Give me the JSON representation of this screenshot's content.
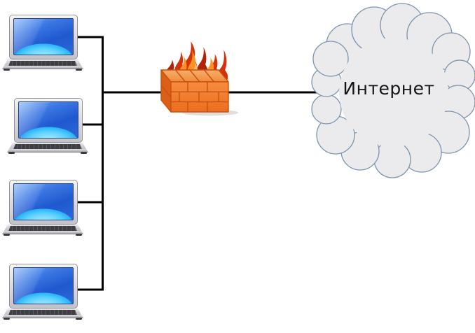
{
  "diagram": {
    "internet_label": "Интернет",
    "nodes": [
      {
        "id": "laptop-1",
        "type": "laptop"
      },
      {
        "id": "laptop-2",
        "type": "laptop"
      },
      {
        "id": "laptop-3",
        "type": "laptop"
      },
      {
        "id": "laptop-4",
        "type": "laptop"
      },
      {
        "id": "firewall",
        "type": "firewall"
      },
      {
        "id": "internet",
        "type": "cloud",
        "label": "Интернет"
      }
    ],
    "edges": [
      {
        "from": "laptop-1",
        "to": "lan-bus"
      },
      {
        "from": "laptop-2",
        "to": "lan-bus"
      },
      {
        "from": "laptop-3",
        "to": "lan-bus"
      },
      {
        "from": "laptop-4",
        "to": "lan-bus"
      },
      {
        "from": "lan-bus",
        "to": "firewall"
      },
      {
        "from": "firewall",
        "to": "internet"
      }
    ],
    "colors": {
      "background": "#ffffff",
      "line": "#000000",
      "cloud_fill": "#ebebed",
      "cloud_stroke": "#7d94ae",
      "label_text": "#151515",
      "brick_front": "#f1762a",
      "brick_top": "#f49c55",
      "brick_side": "#db5f16",
      "mortar": "#c9520f",
      "flame_red": "#d6310b",
      "flame_dark_red": "#b22108",
      "flame_orange": "#ff9125",
      "flame_light": "#ffc267",
      "laptop_screen_blue": "#2a6fd8",
      "laptop_body_silver": "#c9c9cf"
    }
  }
}
